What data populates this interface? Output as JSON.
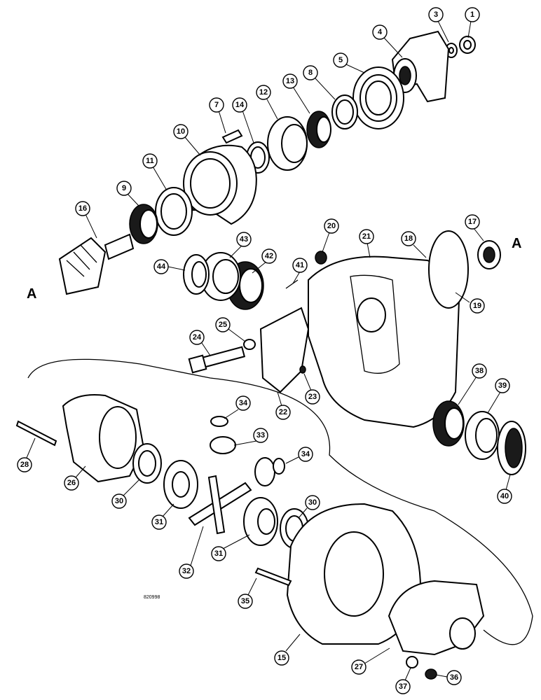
{
  "reference_code": "820998",
  "section_labels": [
    "A",
    "A"
  ],
  "callouts": [
    "1",
    "3",
    "4",
    "5",
    "8",
    "13",
    "12",
    "14",
    "7",
    "10",
    "11",
    "9",
    "16",
    "20",
    "21",
    "18",
    "17",
    "43",
    "42",
    "41",
    "44",
    "25",
    "24",
    "19",
    "38",
    "39",
    "22",
    "23",
    "34",
    "33",
    "28",
    "26",
    "30",
    "31",
    "32",
    "40",
    "15",
    "27",
    "35",
    "36",
    "37"
  ]
}
